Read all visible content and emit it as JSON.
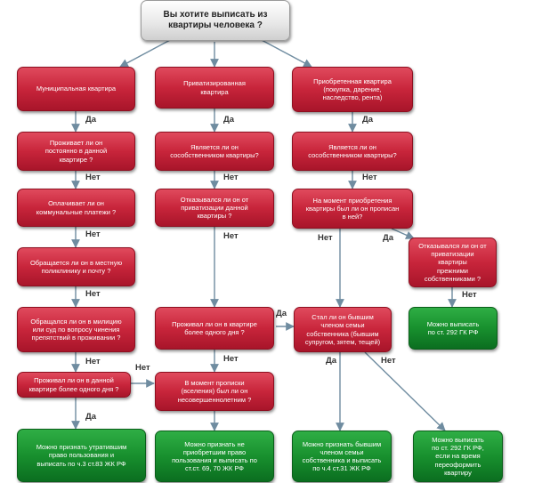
{
  "title": "Вы хотите выписать из\nквартиры человека ?",
  "nodes": {
    "municipal": "Муниципальная квартира",
    "privatized": "Приватизированная\nквартира",
    "purchased": "Приобретенная квартира\n(покупка, дарение,\nнаследство, рента)",
    "lives_permanently": "Проживает ли он\nпостоянно в данной\nквартире ?",
    "is_owner_1": "Является ли он\nсособственником квартиры?",
    "is_owner_2": "Является ли он\nсособственником квартиры?",
    "pays_utilities": "Оплачивает ли он\nкоммунальные платежи ?",
    "refused_privatization": "Отказывался ли он от\nприватизации данной\nквартиры ?",
    "registered_at_purchase": "На момент приобретения\nквартиры был ли он прописан\nв ней?",
    "refused_privatization_prev": "Отказывался ли он от\nприватизации\nквартиры\nпрежними\nсобственниками ?",
    "contacted_police_post": "Обращается ли он в местную\nполиклинику и почту ?",
    "contacted_police_court": "Обращался ли он в милицию\nили суд по вопросу чинения\nпрепятствий в проживании ?",
    "lived_more_day_2": "Проживал ли он в квартире\nболее одного дня ?",
    "family_member": "Стал ли он бывшим\nчленом семьи\nсобственника (бывшим\nсупругом, зятем, тещей)",
    "lived_more_day_1": "Проживал ли он в данной\nквартире более одного дня ?",
    "minor_at_registration": "В момент прописки\n(вселения) был ли он\nнесовершеннолетним ?",
    "result_292": "Можно выписать\nпо ст. 292 ГК РФ",
    "result_83": "Можно признать утратившим\nправо пользования и\nвыписать по ч.3 ст.83 ЖК РФ",
    "result_69_70": "Можно признать не\nприобретшим право\nпользования и выписать по\nст.ст. 69, 70 ЖК РФ",
    "result_31": "Можно признать бывшим\nчленом семьи\nсобственника и выписать\nпо ч.4 ст.31 ЖК РФ",
    "result_292_reform": "Можно выписать\nпо ст. 292 ГК РФ,\nесли на время\nпереоформить\nквартиру"
  },
  "labels": {
    "yes": "Да",
    "no": "Нет"
  },
  "colors": {
    "red": "#c8253b",
    "green": "#18902e",
    "gray": "#e9e9e9",
    "edge": "#6f8ca0"
  }
}
